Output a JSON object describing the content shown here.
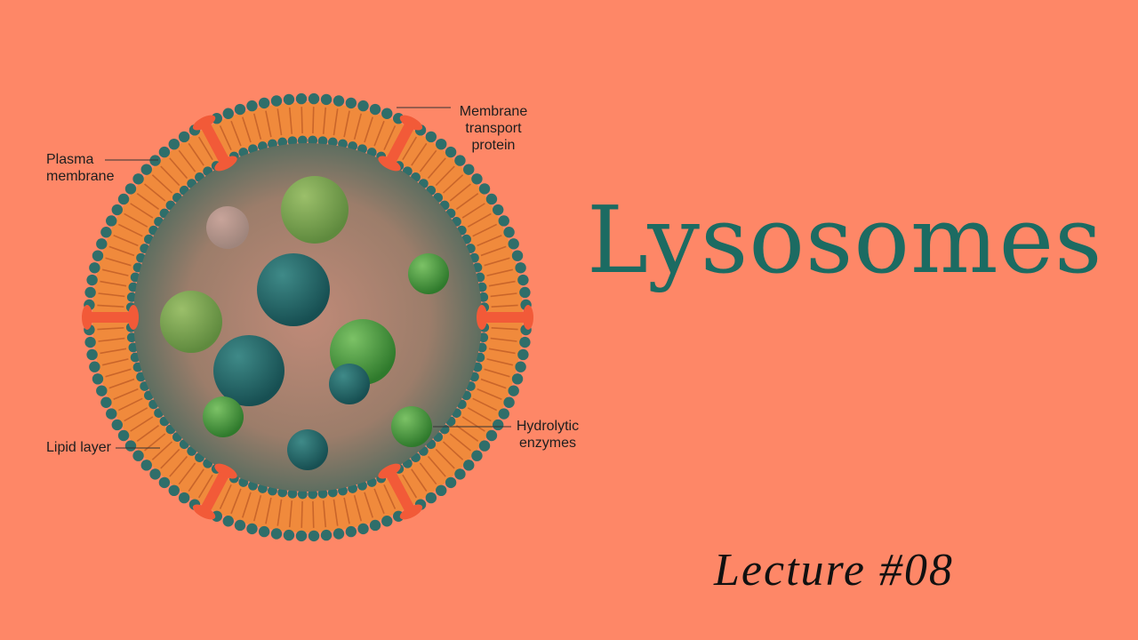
{
  "title": "Lysosomes",
  "subtitle": "Lecture #08",
  "diagram": {
    "labels": {
      "plasma_membrane": [
        "Plasma",
        "membrane"
      ],
      "membrane_transport_protein": [
        "Membrane",
        "transport",
        "protein"
      ],
      "lipid_layer": "Lipid layer",
      "hydrolytic_enzymes": [
        "Hydrolytic",
        "enzymes"
      ]
    }
  },
  "colors": {
    "background": "#fe8767",
    "title": "#1c6b62",
    "membrane_head": "#2f6e6a",
    "lipid_tail": "#f08a3c",
    "transport_protein": "#f25a38",
    "enzyme_green": "#3f8f3a",
    "enzyme_teal": "#1f6163"
  }
}
